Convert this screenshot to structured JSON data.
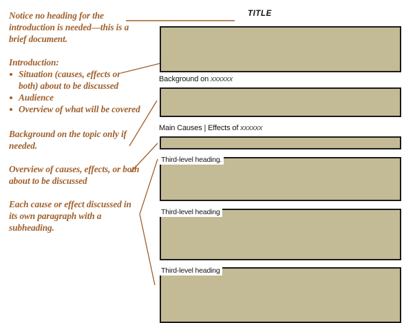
{
  "annotations": {
    "notice": "Notice no heading for the introduction is needed—this is a brief document.",
    "intro_label": "Introduction:",
    "intro_bullets": [
      "Situation (causes, effects or both) about to be discussed",
      "Audience",
      "Overview of what will be covered"
    ],
    "background": "Background on the topic only if needed.",
    "overview": "Overview of causes, effects, or both about to be discussed",
    "each_cause": "Each cause or effect discussed in its own paragraph with a subheading."
  },
  "document": {
    "title": "TITLE",
    "headings2": [
      {
        "text": "Background on ",
        "italic": "xxxxxx"
      },
      {
        "text": "Main Causes | Effects of ",
        "italic": "xxxxxx"
      }
    ],
    "headings3": [
      "Third-level heading.",
      "Third-level heading",
      "Third-level heading"
    ],
    "body_blocks": [
      "title-body",
      "background-body",
      "main-causes-body",
      "third-level-body-1",
      "third-level-body-2",
      "third-level-body-3"
    ]
  },
  "colors": {
    "annotation_text": "#9e5f2b",
    "leader_line": "#9e5f2b",
    "block_fill": "#c3bb96",
    "block_border": "#1a1a1a",
    "page_background": "#ffffff",
    "heading_text": "#111111"
  }
}
